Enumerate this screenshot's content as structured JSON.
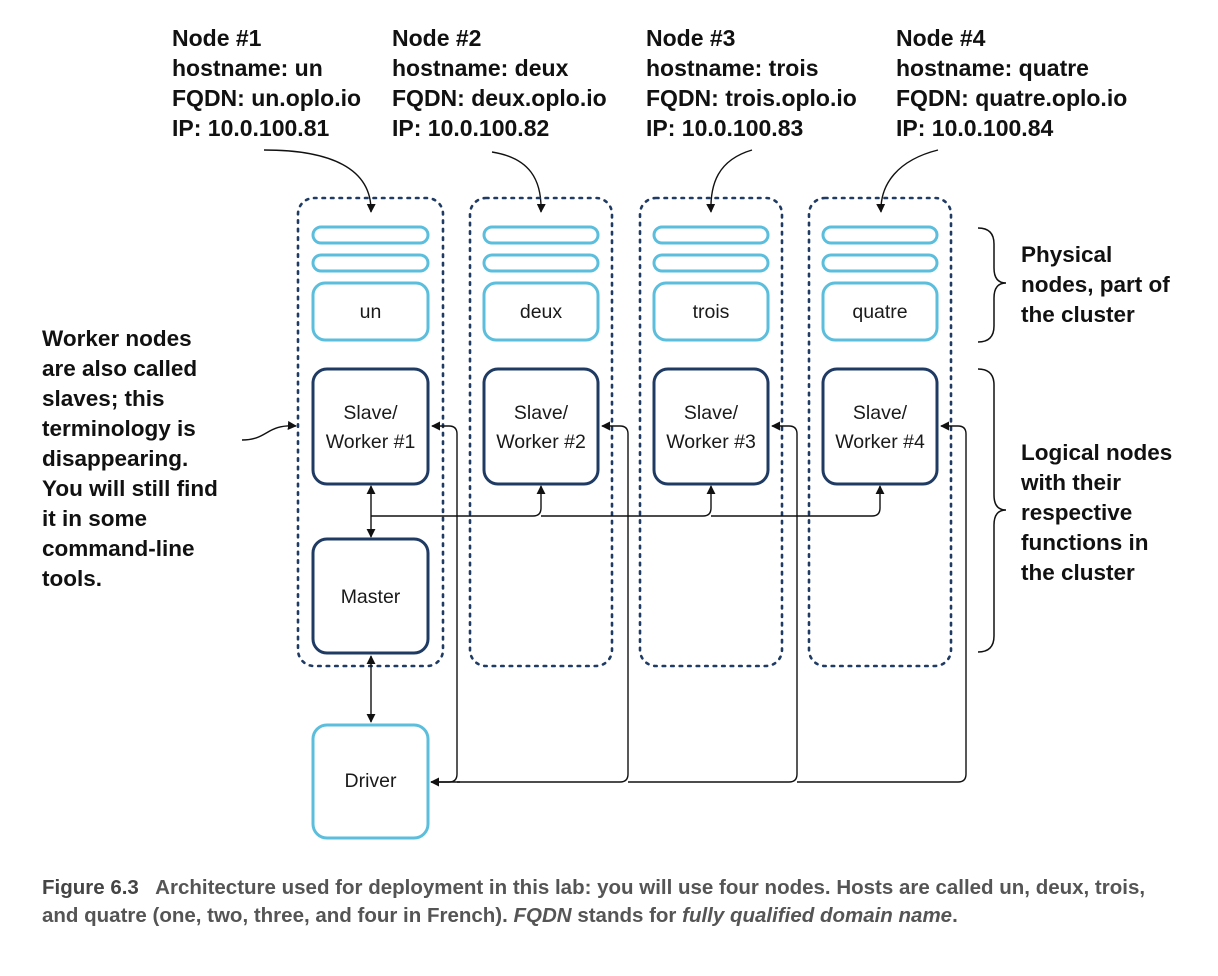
{
  "nodes": [
    {
      "title": "Node #1",
      "hostname": "hostname: un",
      "fqdn": "FQDN: un.oplo.io",
      "ip": "IP: 10.0.100.81",
      "host_box": "un",
      "worker_line1": "Slave/",
      "worker_line2": "Worker #1"
    },
    {
      "title": "Node #2",
      "hostname": "hostname: deux",
      "fqdn": "FQDN: deux.oplo.io",
      "ip": "IP: 10.0.100.82",
      "host_box": "deux",
      "worker_line1": "Slave/",
      "worker_line2": "Worker #2"
    },
    {
      "title": "Node #3",
      "hostname": "hostname: trois",
      "fqdn": "FQDN: trois.oplo.io",
      "ip": "IP: 10.0.100.83",
      "host_box": "trois",
      "worker_line1": "Slave/",
      "worker_line2": "Worker #3"
    },
    {
      "title": "Node #4",
      "hostname": "hostname: quatre",
      "fqdn": "FQDN: quatre.oplo.io",
      "ip": "IP: 10.0.100.84",
      "host_box": "quatre",
      "worker_line1": "Slave/",
      "worker_line2": "Worker #4"
    }
  ],
  "master_label": "Master",
  "driver_label": "Driver",
  "left_note": [
    "Worker nodes",
    "are also called",
    "slaves; this",
    "terminology is",
    "disappearing.",
    "You will still find",
    "it in some",
    "command-line",
    "tools."
  ],
  "physical_note": [
    "Physical",
    "nodes, part of",
    "the cluster"
  ],
  "logical_note": [
    "Logical nodes",
    "with their",
    "respective",
    "functions in",
    "the cluster"
  ],
  "caption": {
    "figure": "Figure 6.3",
    "text1": "Architecture used for deployment in this lab: you will use four nodes. Hosts are called un, deux, trois, and quatre (one, two, three, and four in French).",
    "term": "FQDN",
    "text2": "stands for",
    "term_expansion": "fully qualified domain name",
    "end": "."
  },
  "colors": {
    "light_blue": "#5bbedc",
    "dark_navy": "#1f3b63",
    "dotted_border": "#1f3b63",
    "text": "#111111",
    "caption_text": "#555555"
  }
}
